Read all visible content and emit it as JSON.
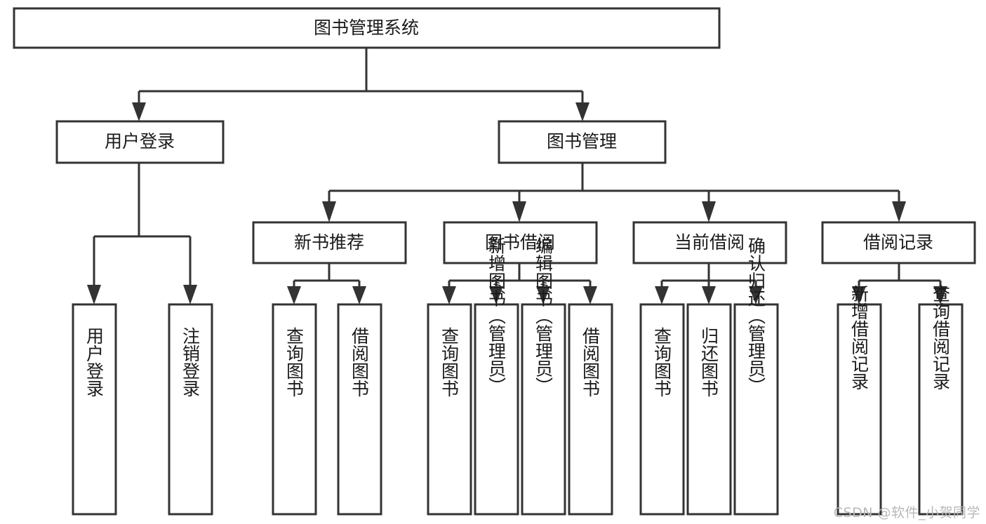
{
  "diagram": {
    "type": "tree-hierarchy-chart",
    "title": "图书管理系统",
    "watermark": "CSDN @软件_小贺同学",
    "colors": {
      "stroke": "#333333",
      "fill": "#ffffff",
      "text": "#1a1a1a",
      "watermark": "#b8b8b8",
      "background": "#ffffff"
    },
    "nodes": {
      "root": {
        "label": "图书管理系统"
      },
      "level2": [
        {
          "label": "用户登录"
        },
        {
          "label": "图书管理"
        }
      ],
      "level3": [
        {
          "label": "新书推荐"
        },
        {
          "label": "图书借阅"
        },
        {
          "label": "当前借阅"
        },
        {
          "label": "借阅记录"
        }
      ],
      "leaves_user_login": [
        {
          "label": "用户登录"
        },
        {
          "label": "注销登录"
        }
      ],
      "leaves_new_book": [
        {
          "label": "查询图书"
        },
        {
          "label": "借阅图书"
        }
      ],
      "leaves_borrow": [
        {
          "label": "查询图书"
        },
        {
          "label": "新增图书（管理员）"
        },
        {
          "label": "编辑图书（管理员）"
        },
        {
          "label": "借阅图书"
        }
      ],
      "leaves_current": [
        {
          "label": "查询图书"
        },
        {
          "label": "归还图书"
        },
        {
          "label": "确认归还（管理员）"
        }
      ],
      "leaves_record": [
        {
          "label": "新增借阅记录"
        },
        {
          "label": "查询借阅记录"
        }
      ]
    }
  }
}
